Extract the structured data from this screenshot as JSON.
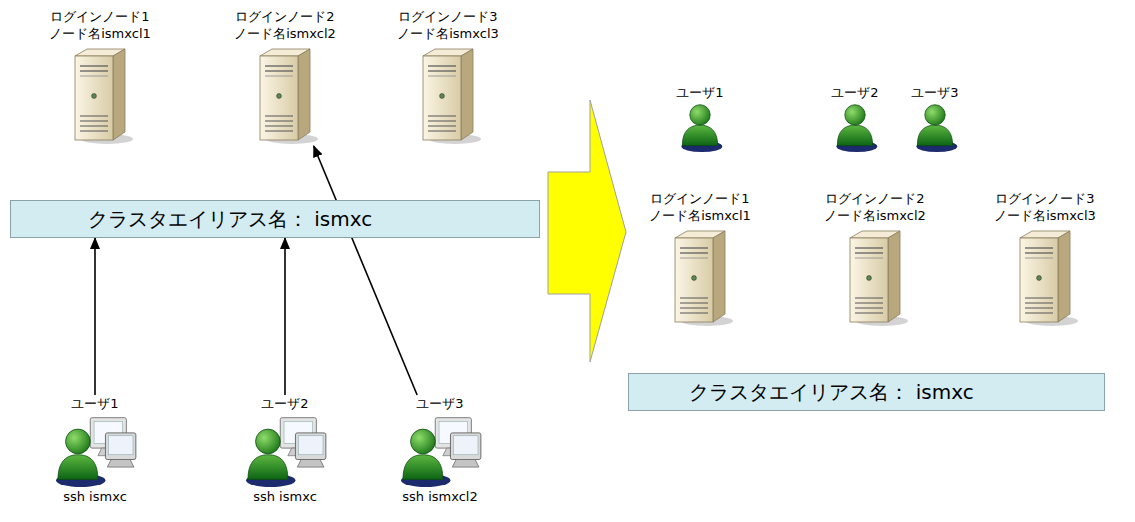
{
  "diagram": {
    "nodes": [
      {
        "text": [
          "ログインノード1 ノード名ismxcl1"
        ]
      },
      {
        "text": [
          "ログインノード2 ノード名ismxcl2"
        ]
      },
      {
        "text": [
          "ログインノード3 ノード名ismxcl3"
        ]
      },
      {
        "text": [
          "クラスタエイリアス名： ismxc"
        ]
      },
      {
        "text": [
          "ユーザ1",
          "ssh ismxc"
        ]
      },
      {
        "text": [
          "ユーザ2",
          "ssh ismxc"
        ]
      },
      {
        "text": [
          "ユーザ3",
          "ssh ismxcl2"
        ]
      },
      {
        "text": [
          "ユーザ1"
        ]
      },
      {
        "text": [
          "ユーザ2"
        ]
      },
      {
        "text": [
          "ユーザ3"
        ]
      },
      {
        "text": [
          "ログインノード1 ノード名ismxcl1"
        ]
      },
      {
        "text": [
          "ログインノード2 ノード名ismxcl2"
        ]
      },
      {
        "text": [
          "ログインノード3 ノード名ismxcl3"
        ]
      },
      {
        "text": [
          "クラスタエイリアス名： ismxc"
        ]
      }
    ],
    "edges": [
      {
        "from": 4,
        "to": 3,
        "arrow": "to"
      },
      {
        "from": 5,
        "to": 3,
        "arrow": "to"
      },
      {
        "from": 6,
        "to": 1,
        "arrow": "to"
      }
    ]
  }
}
